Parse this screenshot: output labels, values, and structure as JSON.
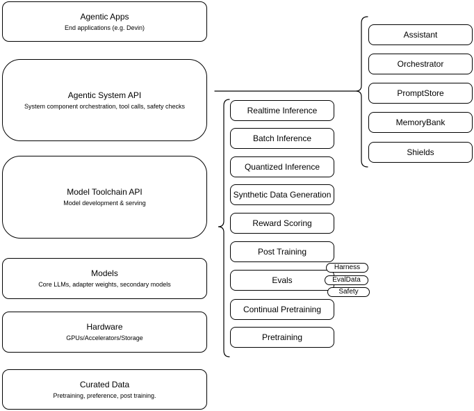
{
  "diagram": {
    "colors": {
      "background": "#ffffff",
      "node_fill": "#ffffff",
      "stroke": "#000000"
    },
    "stack": {
      "items": [
        {
          "title": "Agentic Apps",
          "subtitle": "End applications (e.g. Devin)"
        },
        {
          "title": "Agentic System API",
          "subtitle": "System component orchestration, tool calls, safety checks"
        },
        {
          "title": "Model Toolchain API",
          "subtitle": "Model development & serving"
        },
        {
          "title": "Models",
          "subtitle": "Core LLMs, adapter weights, secondary models"
        },
        {
          "title": "Hardware",
          "subtitle": "GPUs/Accelerators/Storage"
        },
        {
          "title": "Curated Data",
          "subtitle": "Pretraining, preference, post training."
        }
      ]
    },
    "toolchain": {
      "items": [
        {
          "label": "Realtime Inference"
        },
        {
          "label": "Batch Inference"
        },
        {
          "label": "Quantized Inference"
        },
        {
          "label": "Synthetic Data Generation"
        },
        {
          "label": "Reward Scoring"
        },
        {
          "label": "Post Training"
        },
        {
          "label": "Evals"
        },
        {
          "label": "Continual Pretraining"
        },
        {
          "label": "Pretraining"
        }
      ],
      "eval_tags": [
        {
          "label": "Harness"
        },
        {
          "label": "EvalData"
        },
        {
          "label": "Safety"
        }
      ]
    },
    "system_components": {
      "items": [
        {
          "label": "Assistant"
        },
        {
          "label": "Orchestrator"
        },
        {
          "label": "PromptStore"
        },
        {
          "label": "MemoryBank"
        },
        {
          "label": "Shields"
        }
      ]
    }
  }
}
